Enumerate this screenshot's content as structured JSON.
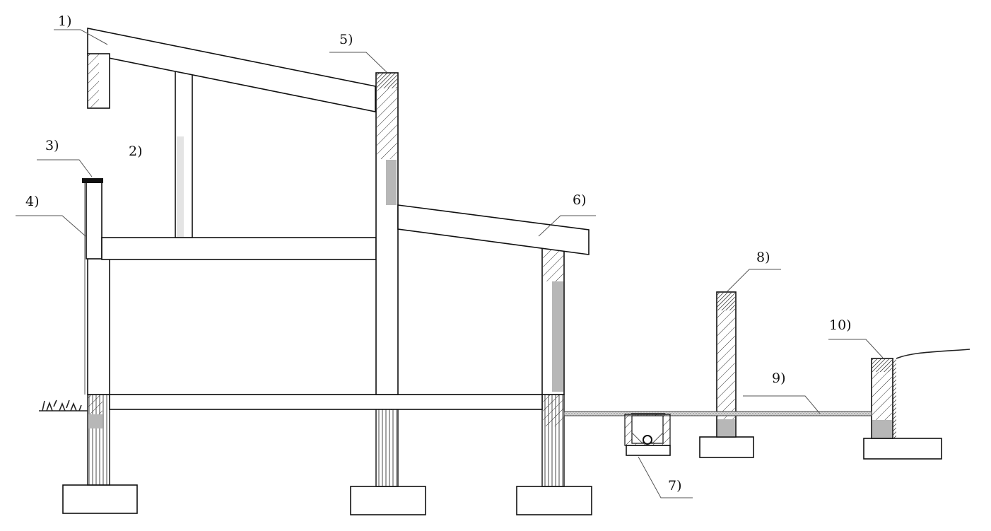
{
  "labels": [
    "1)",
    "2)",
    "3)",
    "4)",
    "5)",
    "6)",
    "7)",
    "8)",
    "9)",
    "10)"
  ]
}
